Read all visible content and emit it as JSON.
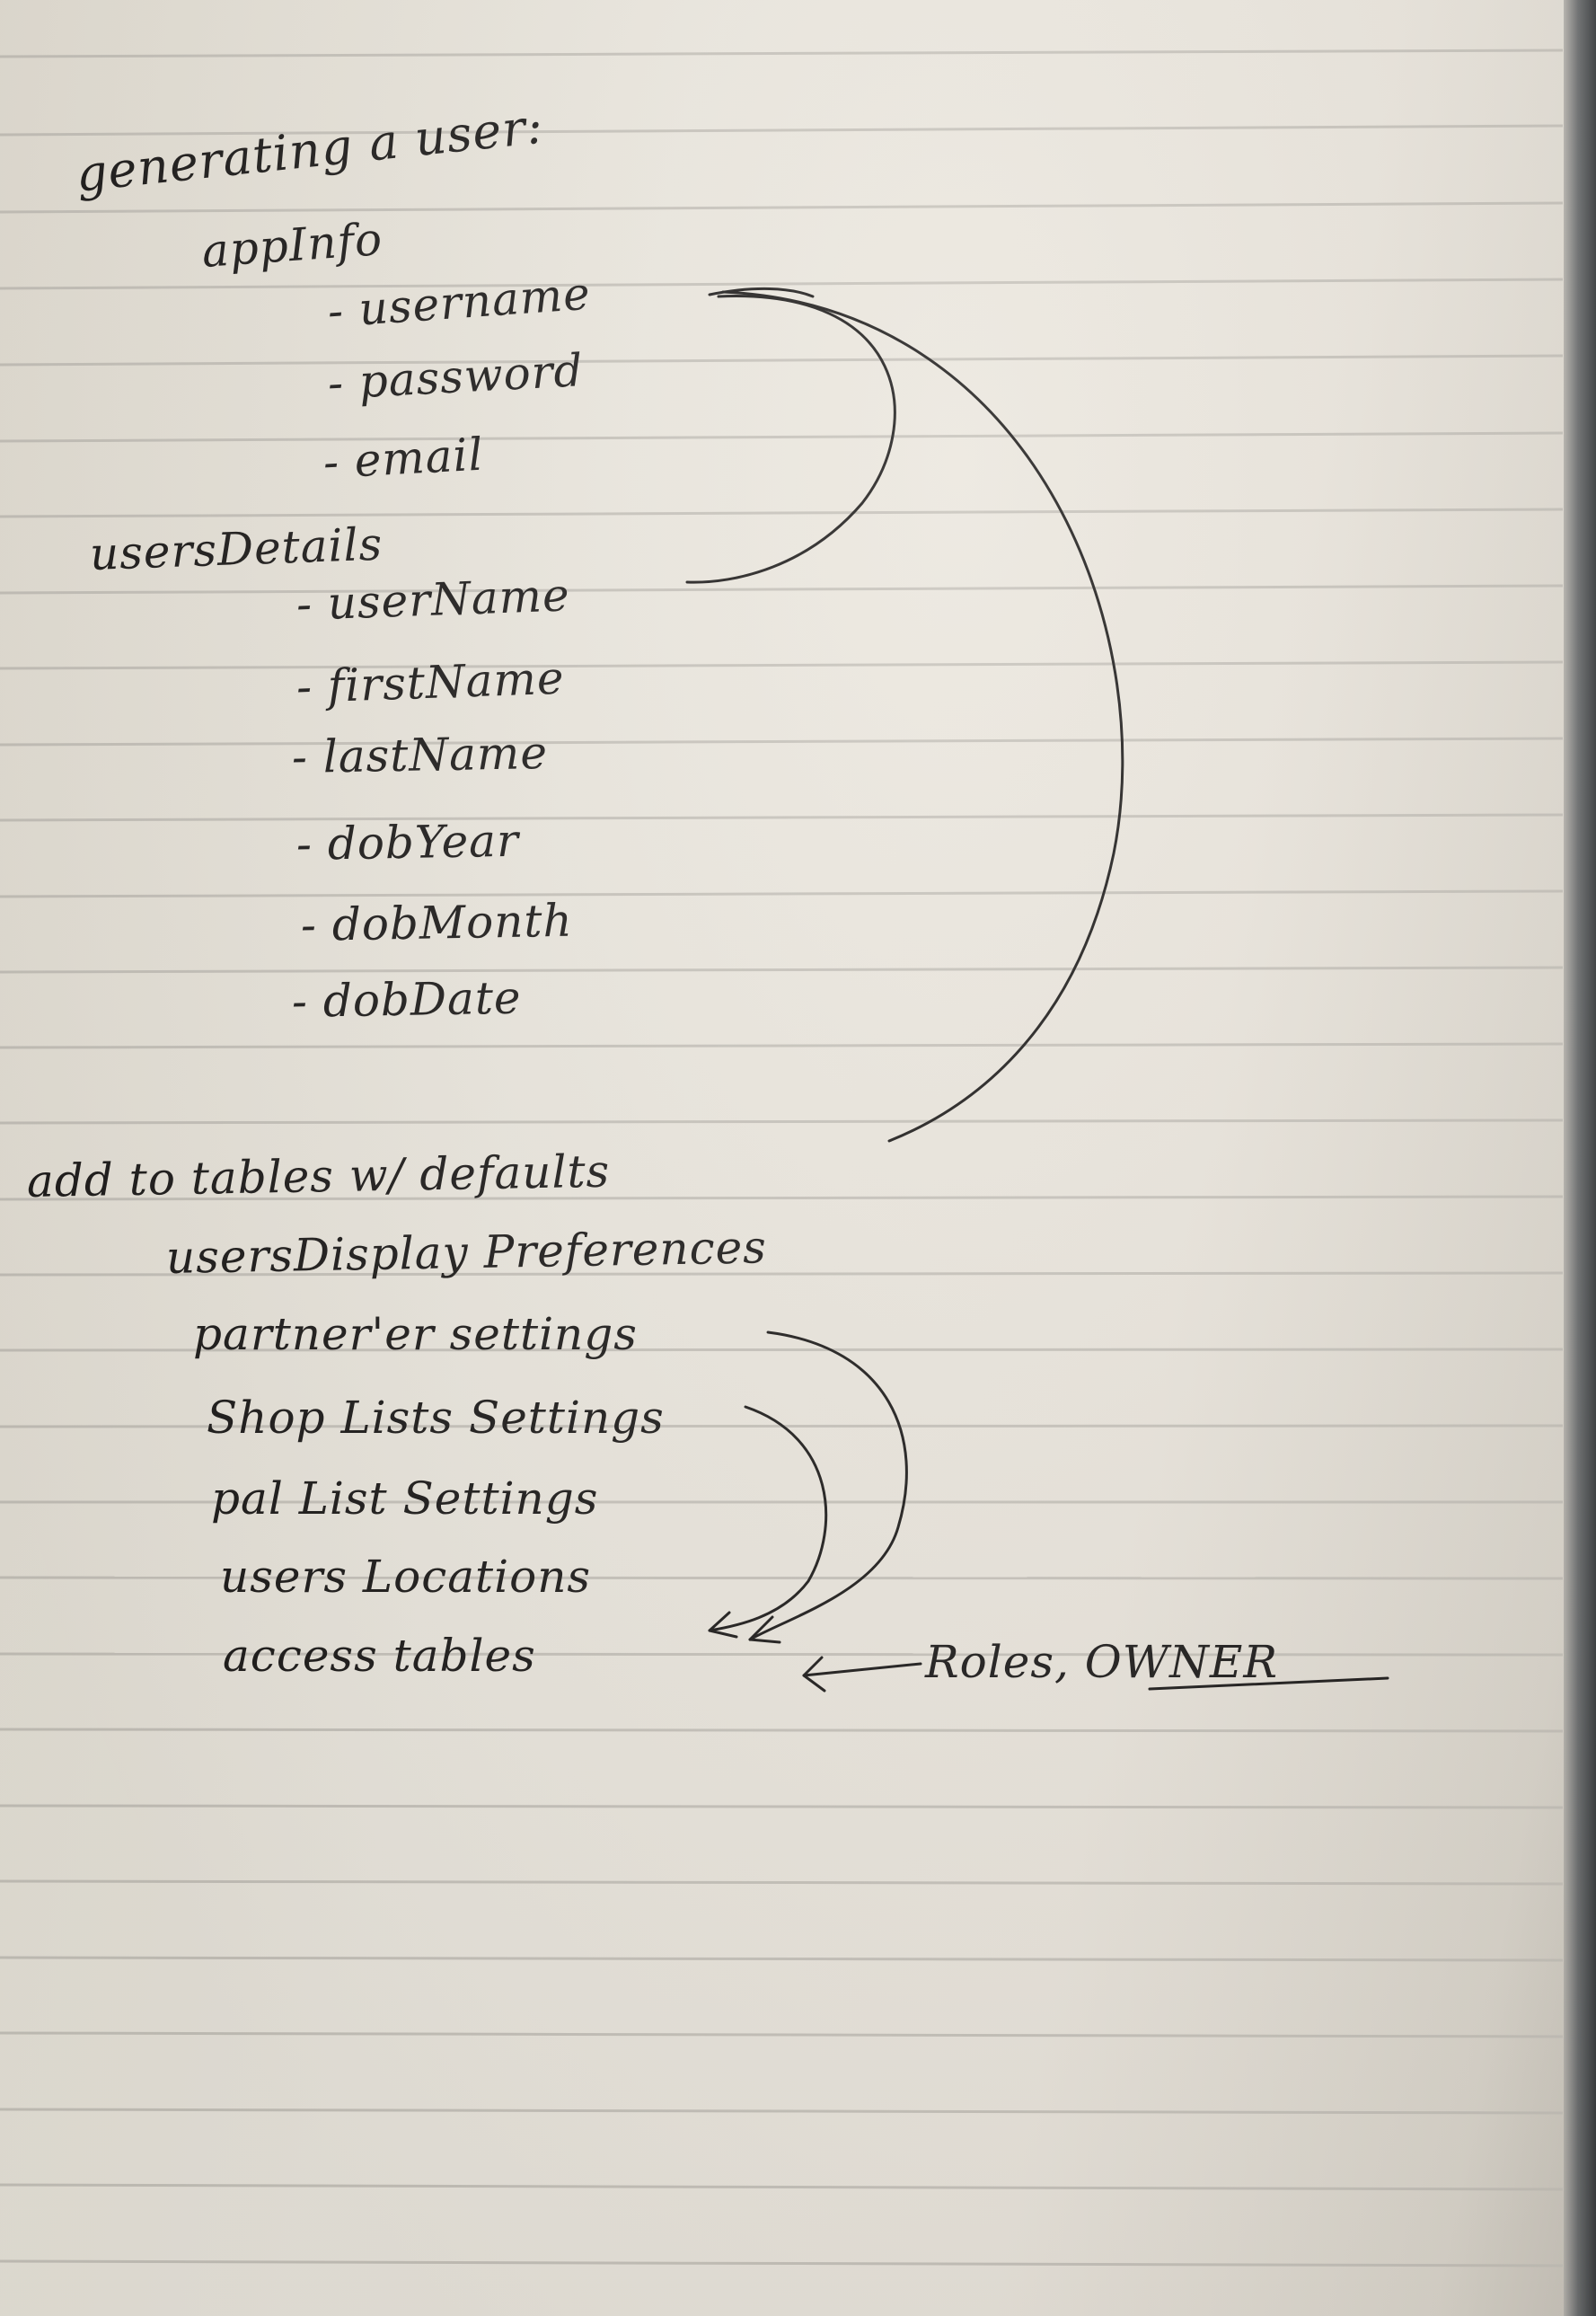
{
  "notes": {
    "heading": "generating a user:",
    "app_info": {
      "label": "appInfo",
      "fields": [
        "- username",
        "- password",
        "- email"
      ]
    },
    "users_details": {
      "label": "usersDetails",
      "fields": [
        "- userName",
        "- firstName",
        "- lastName",
        "- dobYear",
        "- dobMonth",
        "- dobDate"
      ]
    },
    "defaults": {
      "heading": "add to tables w/ defaults",
      "tables": [
        "usersDisplay Preferences",
        "partner'er settings",
        "Shop Lists Settings",
        "pal List Settings",
        "users Locations",
        "access tables"
      ],
      "annotation": "Roles, OWNER"
    }
  },
  "colors": {
    "paper": "#eae5dc",
    "ruling": "#c9c6bf",
    "ink": "#1d1b1a"
  }
}
